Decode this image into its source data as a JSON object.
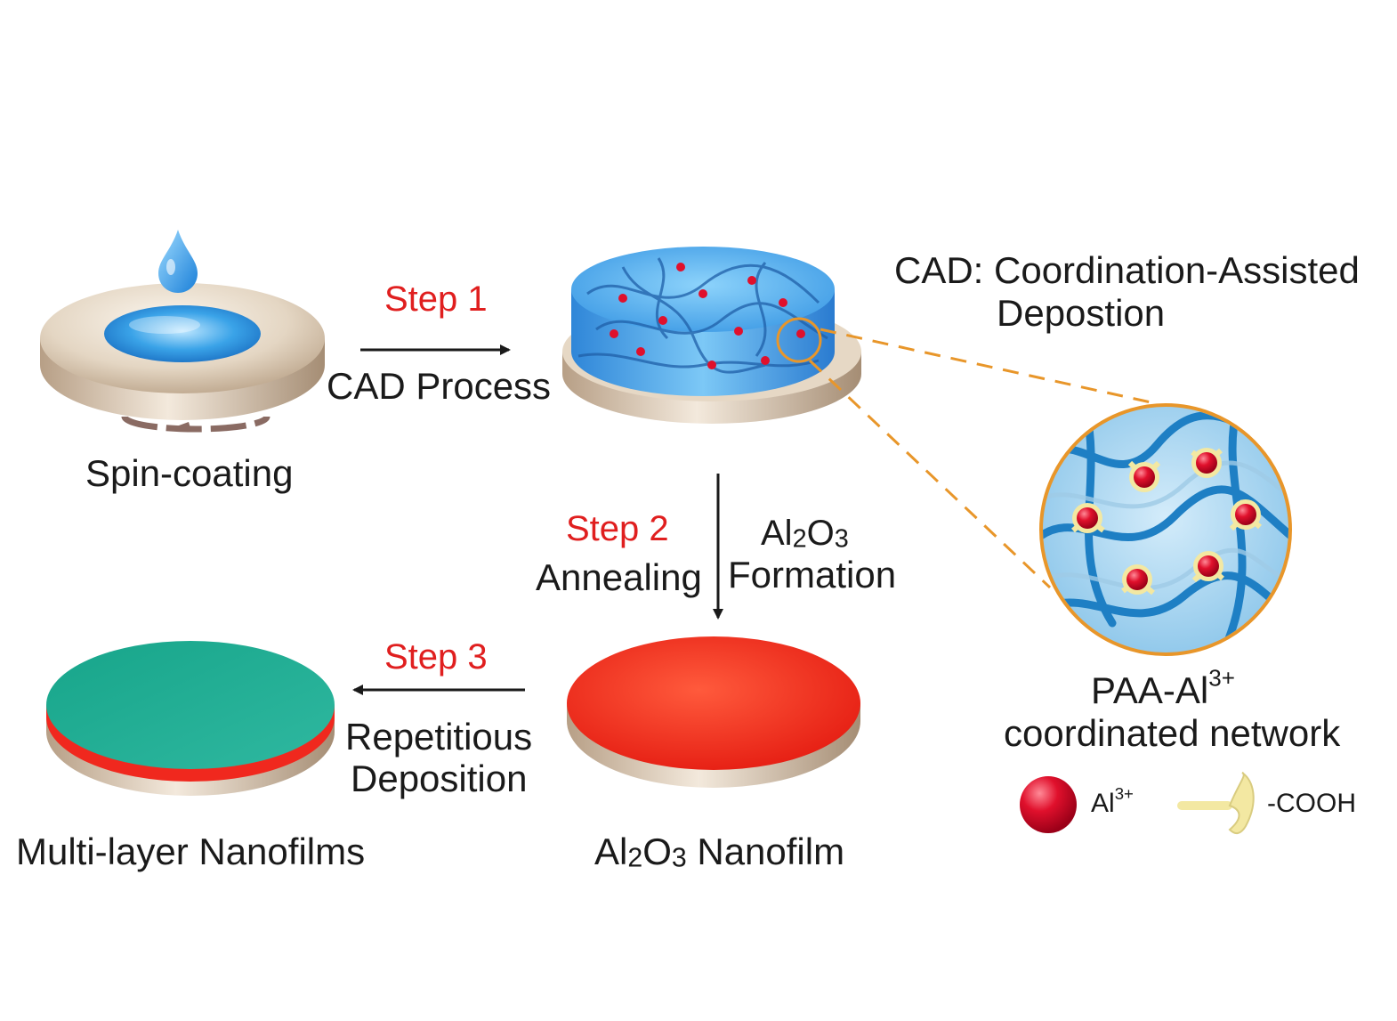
{
  "steps": {
    "step1": {
      "label": "Step 1",
      "caption": "CAD Process"
    },
    "step2": {
      "label": "Step 2",
      "caption_left": "Annealing",
      "caption_right_formula": [
        "Al",
        "2",
        "O",
        "3"
      ],
      "caption_right_text": "Formation"
    },
    "step3": {
      "label": "Step 3",
      "caption_line1": "Repetitious",
      "caption_line2": "Deposition"
    }
  },
  "stages": {
    "spin": {
      "label": "Spin-coating"
    },
    "nanofilm": {
      "formula": [
        "Al",
        "2",
        "O",
        "3"
      ],
      "text": " Nanofilm"
    },
    "multilayer": {
      "label": "Multi-layer Nanofilms"
    }
  },
  "cad_definition": {
    "line1": "CAD: Coordination-Assisted",
    "line2": "Depostion"
  },
  "network": {
    "line1_prefix": "PAA-Al",
    "line1_sup": "3+",
    "line2": "coordinated network"
  },
  "legend": {
    "ion": {
      "label": "Al",
      "sup": "3+"
    },
    "cooh": {
      "label": "-COOH"
    }
  },
  "colors": {
    "step_red": "#e01f1f",
    "substrate": "#d8c6ae",
    "gel_blue": "#3aa3e8",
    "film_red": "#f0281e",
    "film_teal": "#1fa88f",
    "ion_red": "#e0102c",
    "cooh_yellow": "#f3e8a2",
    "zoom_orange": "#e8962a"
  }
}
